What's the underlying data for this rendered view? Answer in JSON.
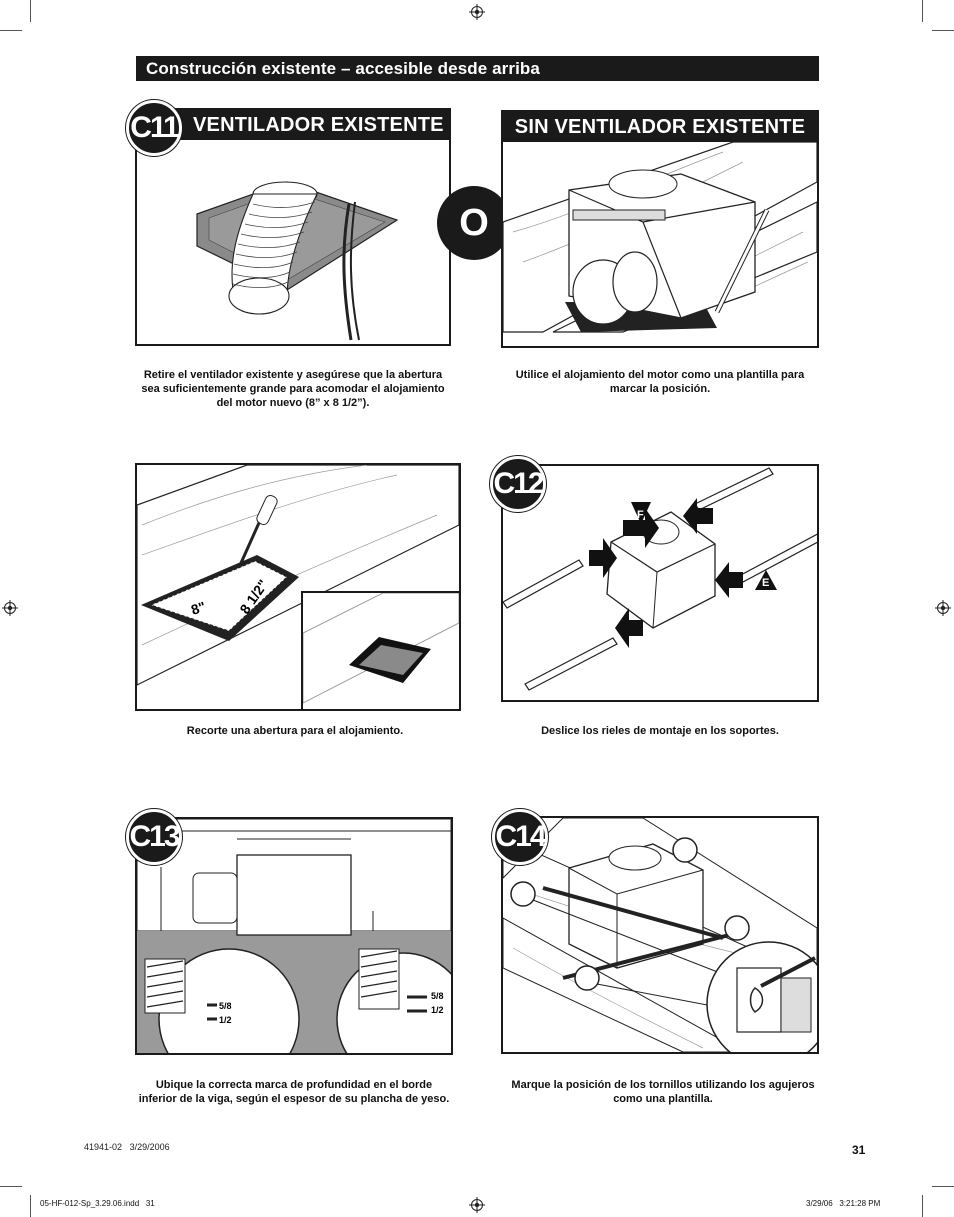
{
  "header": {
    "title": "Construcción existente – accesible desde arriba"
  },
  "steps": {
    "c11": {
      "badge": "C11",
      "left_title": "VENTILADOR EXISTENTE",
      "right_title": "SIN VENTILADOR EXISTENTE",
      "or_label": "O",
      "left_caption": "Retire el ventilador existente y asegúrese que la abertura sea suficientemente grande para acomodar el alojamiento del motor nuevo (8” x 8 1/2”).",
      "right_caption": "Utilice el alojamiento del motor como una plantilla para marcar la posición."
    },
    "cut": {
      "caption": "Recorte una abertura para el alojamiento.",
      "dim_a": "8\"",
      "dim_b": "8 1/2\""
    },
    "c12": {
      "badge": "C12",
      "caption": "Deslice los rieles de montaje en los soportes.",
      "label_f": "F",
      "label_e": "E"
    },
    "c13": {
      "badge": "C13",
      "caption": "Ubique la correcta marca de profundidad en el borde inferior de la viga, según el espesor de su plancha de yeso.",
      "mark_58": "5/8",
      "mark_12": "1/2"
    },
    "c14": {
      "badge": "C14",
      "caption": "Marque la posición de los tornillos utilizando los agujeros como una plantilla."
    }
  },
  "footer": {
    "doc_code": "41941-02",
    "doc_date": "3/29/2006",
    "page_number": "31",
    "file_name": "05-HF-012-Sp_3.29.06.indd   31",
    "print_stamp": "3/29/06   3:21:28 PM"
  }
}
